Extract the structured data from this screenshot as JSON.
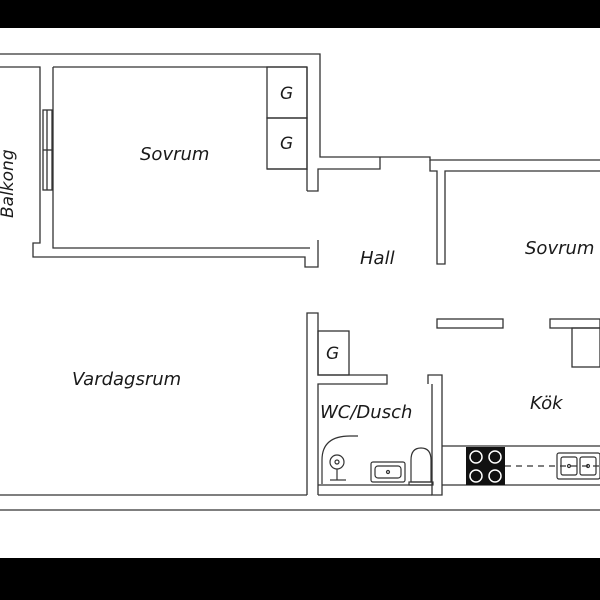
{
  "rooms": {
    "balkong": "Balkong",
    "sovrum_1": "Sovrum",
    "hall": "Hall",
    "sovrum_2": "Sovrum",
    "vardagsrum": "Vardagsrum",
    "wc_dusch": "WC/Dusch",
    "kok": "Kök"
  },
  "closets": {
    "g1": "G",
    "g2": "G",
    "g3": "G"
  },
  "colors": {
    "frame": "#000000",
    "paper": "#ffffff",
    "wall_stroke": "#333333",
    "text": "#1a1a1a"
  }
}
